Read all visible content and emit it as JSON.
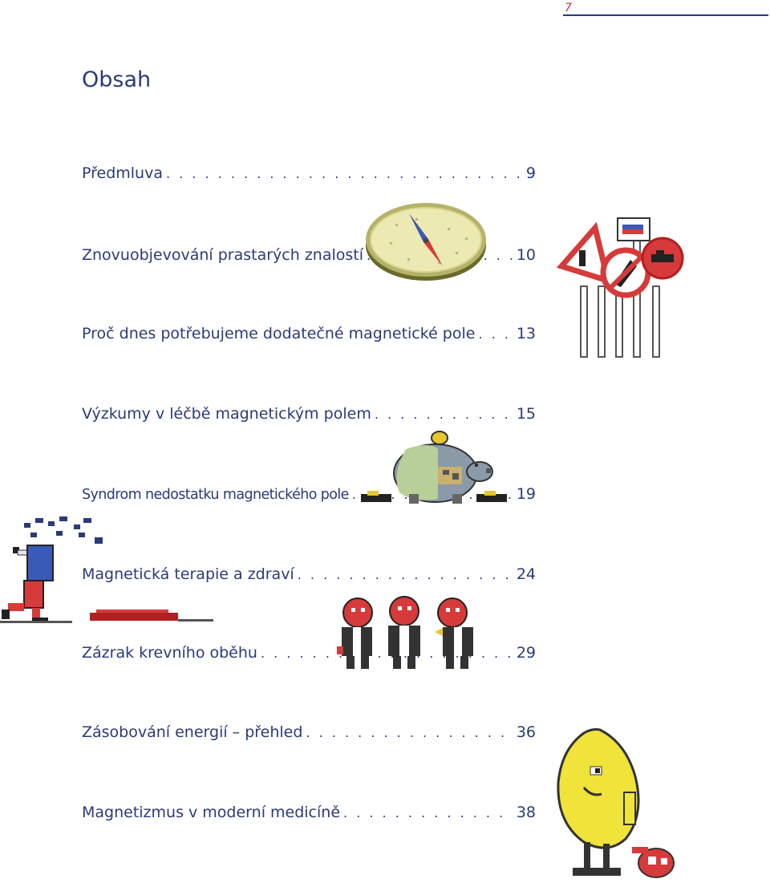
{
  "page_number": "7",
  "title": "Obsah",
  "toc": [
    {
      "label": "Předmluva",
      "page": "9"
    },
    {
      "label": "Znovuobjevování prastarých znalostí",
      "page": "10"
    },
    {
      "label": "Proč dnes potřebujeme dodatečné magnetické pole",
      "page": "13"
    },
    {
      "label": "Výzkumy v léčbě magnetickým polem",
      "page": "15"
    },
    {
      "label": "Syndrom nedostatku magnetického pole",
      "page": "19"
    },
    {
      "label": "Magnetická terapie a zdraví",
      "page": "24"
    },
    {
      "label": "Zázrak krevního oběhu",
      "page": "29"
    },
    {
      "label": "Zásobování energií – přehled",
      "page": "36"
    },
    {
      "label": "Magnetizmus v moderní medicíně",
      "page": "38"
    }
  ],
  "colors": {
    "text": "#2b3a78",
    "page_number": "#d03030"
  },
  "illustrations": [
    "compass-illustration",
    "traffic-signs-illustration",
    "piggy-bank-illustration",
    "running-figure-illustration",
    "three-blood-cells-illustration",
    "lemon-figure-illustration"
  ]
}
